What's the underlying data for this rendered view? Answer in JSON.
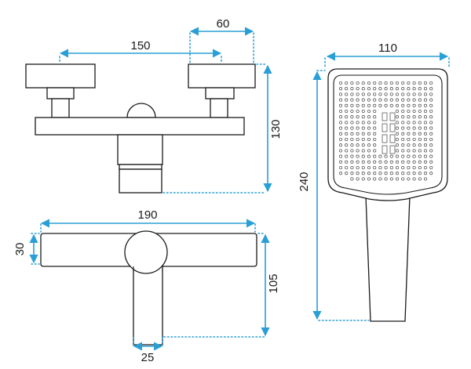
{
  "dimensions": {
    "valve_spacing": "150",
    "handle_width": "60",
    "mixer_height": "130",
    "lever_length": "190",
    "lever_thickness": "30",
    "mixer_depth": "105",
    "outlet_width": "25",
    "head_width": "110",
    "shower_length": "240"
  },
  "colors": {
    "dimension_line": "#2a9fd6",
    "outline": "#1a1a1a"
  }
}
